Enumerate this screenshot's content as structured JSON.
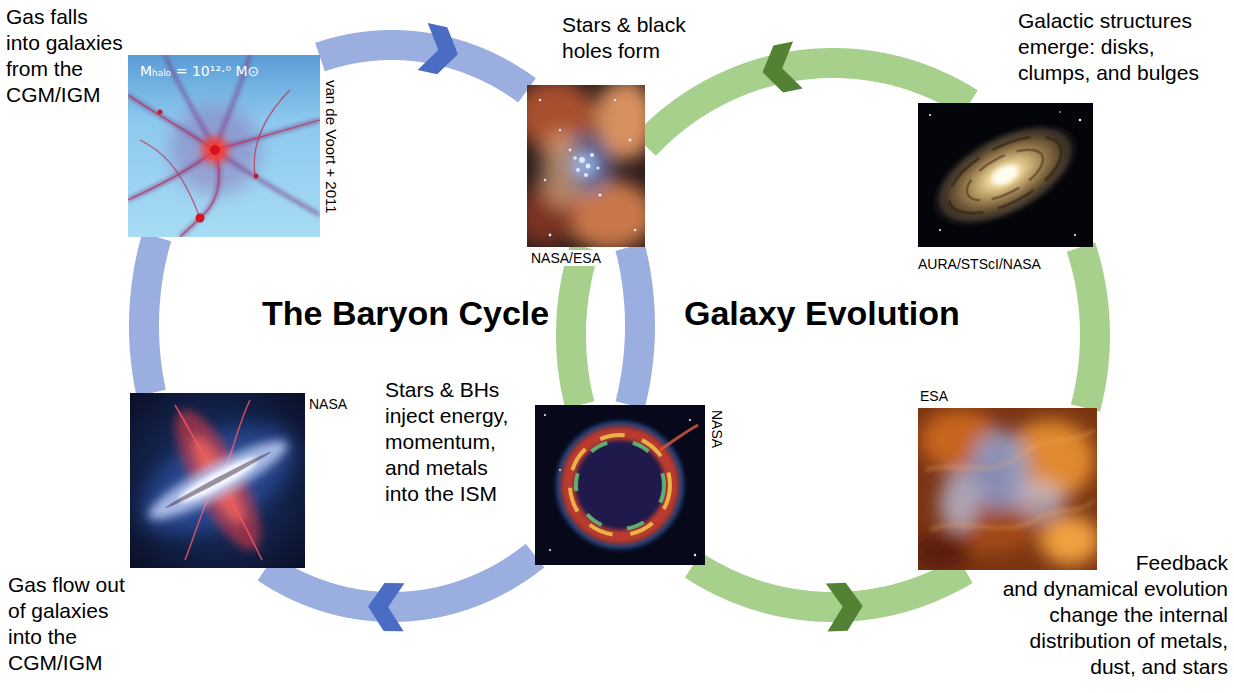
{
  "diagram": {
    "nodes": [
      {
        "text": [
          "Gas falls into galaxies from the CGM/IGM",
          "Mₕₐₗₒ = 10¹²·⁰ M⊙",
          "van de Voort + 2011"
        ]
      },
      {
        "text": [
          "Stars & black holes form",
          "NASA/ESA"
        ]
      },
      {
        "text": [
          "Galactic structures emerge: disks, clumps, and bulges",
          "AURA/STScI/NASA"
        ]
      },
      {
        "text": [
          "Gas flow out of galaxies into the CGM/IGM",
          "NASA"
        ]
      },
      {
        "text": [
          "Stars & BHs inject energy, momentum, and metals into the ISM",
          "NASA"
        ]
      },
      {
        "text": [
          "Feedback and dynamical evolution change the internal distribution of metals, dust, and stars",
          "ESA"
        ]
      }
    ],
    "edges": [
      {
        "from": 0,
        "to": 1,
        "arrow": "to"
      },
      {
        "from": 1,
        "to": 4,
        "arrow": "none"
      },
      {
        "from": 4,
        "to": 3,
        "arrow": "to"
      },
      {
        "from": 3,
        "to": 0,
        "arrow": "none"
      },
      {
        "from": 2,
        "to": 1,
        "arrow": "to"
      },
      {
        "from": 1,
        "to": 4,
        "arrow": "none"
      },
      {
        "from": 4,
        "to": 5,
        "arrow": "to"
      },
      {
        "from": 5,
        "to": 2,
        "arrow": "none"
      }
    ],
    "labels": [
      "The Baryon Cycle",
      "Galaxy Evolution"
    ]
  }
}
